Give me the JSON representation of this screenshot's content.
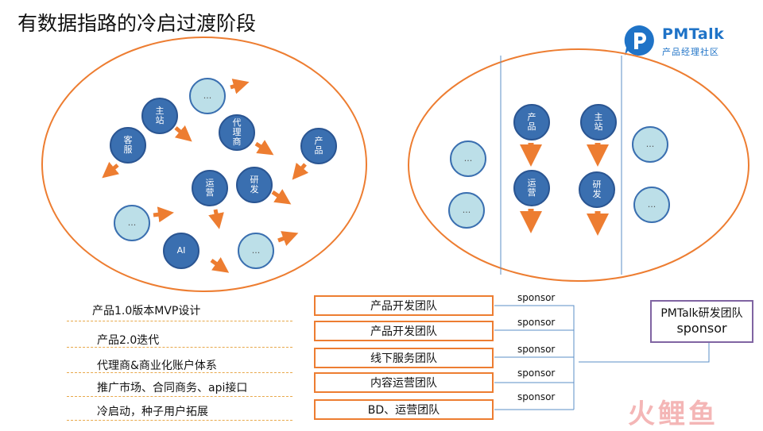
{
  "title": "有数据指路的冷启过渡阶段",
  "logo": {
    "name": "PMTalk",
    "subtitle": "产品经理社区",
    "icon": "chat-bubble-p-icon",
    "color": "#1f73c7"
  },
  "left_nodes": [
    {
      "id": "dots1",
      "label": "...",
      "style": "light"
    },
    {
      "id": "zhuzhan",
      "label": "主站",
      "style": "dark"
    },
    {
      "id": "dailishang",
      "label": "代理商",
      "style": "dark"
    },
    {
      "id": "kefu",
      "label": "客服",
      "style": "dark"
    },
    {
      "id": "chanpin",
      "label": "产品",
      "style": "dark"
    },
    {
      "id": "yunying",
      "label": "运营",
      "style": "dark"
    },
    {
      "id": "yanfa",
      "label": "研发",
      "style": "dark"
    },
    {
      "id": "dots2",
      "label": "...",
      "style": "light"
    },
    {
      "id": "ai",
      "label": "AI",
      "style": "dark"
    },
    {
      "id": "dots3",
      "label": "...",
      "style": "light"
    }
  ],
  "right_nodes": [
    {
      "id": "r_dots_l1",
      "label": "...",
      "style": "light"
    },
    {
      "id": "r_dots_l2",
      "label": "...",
      "style": "light"
    },
    {
      "id": "r_chanpin",
      "label": "产品",
      "style": "dark"
    },
    {
      "id": "r_yunying",
      "label": "运营",
      "style": "dark"
    },
    {
      "id": "r_zhuzhan",
      "label": "主站",
      "style": "dark"
    },
    {
      "id": "r_yanfa",
      "label": "研发",
      "style": "dark"
    },
    {
      "id": "r_dots_r1",
      "label": "...",
      "style": "light"
    },
    {
      "id": "r_dots_r2",
      "label": "...",
      "style": "light"
    }
  ],
  "task_list": [
    "产品1.0版本MVP设计",
    "产品2.0迭代",
    "代理商&商业化账户体系",
    "推广市场、合同商务、api接口",
    "冷启动，种子用户拓展"
  ],
  "teams": [
    "产品开发团队",
    "产品开发团队",
    "线下服务团队",
    "内容运营团队",
    "BD、运营团队"
  ],
  "sponsor_label": "sponsor",
  "pmtalk_box": {
    "line1": "PMTalk研发团队",
    "line2": "sponsor"
  },
  "watermark": "火鲤鱼",
  "colors": {
    "ellipse": "#ed7d31",
    "arrow": "#ed7d31",
    "node_dark": "#3a6fb0",
    "node_light": "#bcdfe8",
    "pm_box": "#8064a2",
    "connector": "#5b8fc7"
  }
}
